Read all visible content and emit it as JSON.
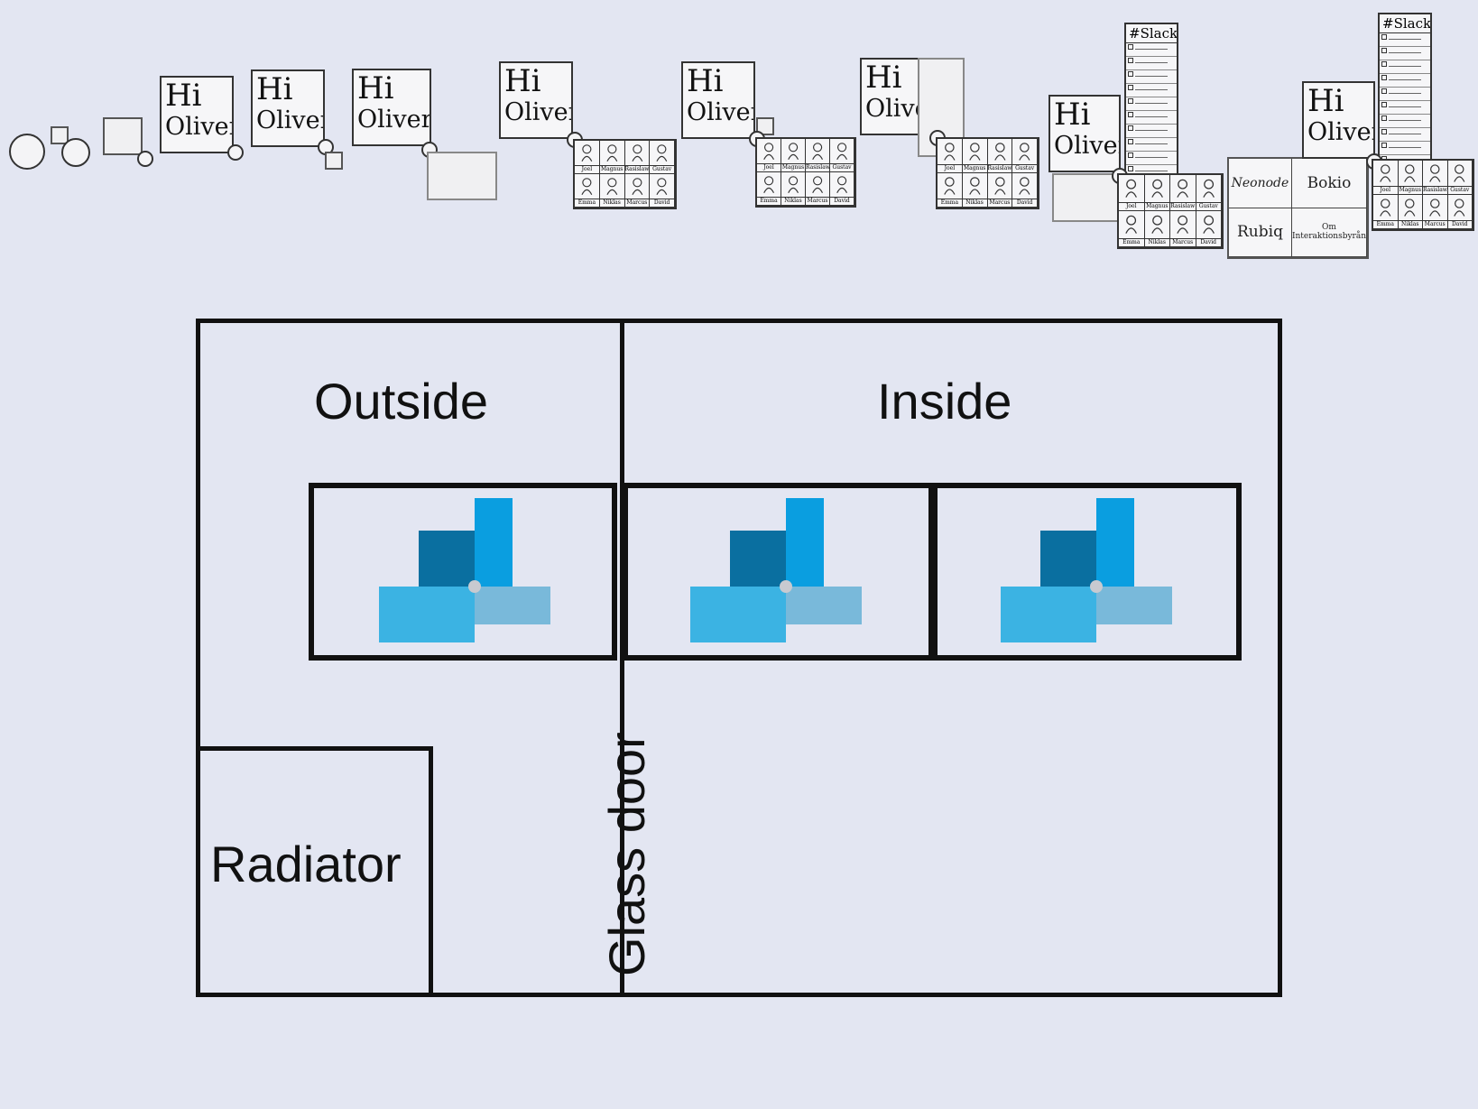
{
  "sketches": {
    "greeting_first_line": "Hi",
    "greeting_second_line": "Oliver!",
    "slack_title": "#Slack",
    "grid_names": [
      "Joel",
      "Magnus",
      "Rasislaw",
      "Gustav",
      "Emma",
      "Niklas",
      "Marcus",
      "David"
    ],
    "apps": {
      "neonode": "Neonode",
      "bokio": "Bokio",
      "rubiq": "Rubiq",
      "interaktion": "Om Interaktionsbyrån"
    }
  },
  "floorplan": {
    "outside_label": "Outside",
    "inside_label": "Inside",
    "radiator_label": "Radiator",
    "glass_door_label": "Glass door"
  },
  "colors": {
    "background": "#e3e6f2",
    "line": "#111111",
    "logo_dark": "#0a6fa0",
    "logo_bright": "#0a9ee0",
    "logo_light": "#3bb3e3",
    "logo_pale": "#79b9da",
    "logo_dot": "#c8cad0"
  }
}
